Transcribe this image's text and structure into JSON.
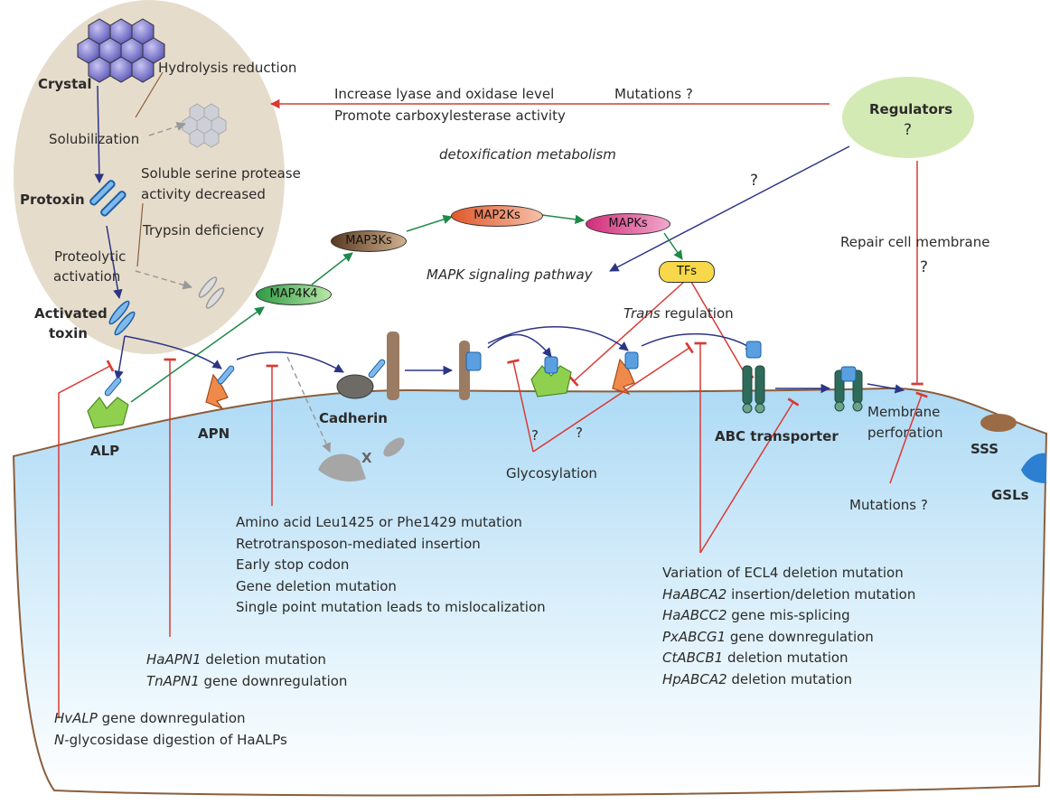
{
  "crystal_panel": {
    "crystal": "Crystal",
    "hydrolysis": "Hydrolysis reduction",
    "solubilization": "Solubilization",
    "protoxin": "Protoxin",
    "soluble_serine": "Soluble serine protease",
    "activity_decreased": "activity decreased",
    "trypsin": "Trypsin deficiency",
    "proteolytic": "Proteolytic",
    "activation": "activation",
    "activated": "Activated",
    "toxin": "toxin"
  },
  "top": {
    "increase_lyase": "Increase lyase and oxidase level",
    "promote_carboxyl": "Promote carboxylesterase activity",
    "mutations_q": "Mutations ?",
    "detox": "detoxification metabolism",
    "regulators": "Regulators",
    "regulators_q": "?",
    "question_mid": "?",
    "repair": "Repair cell membrane",
    "repair_q": "?"
  },
  "mapk": {
    "map4k4": "MAP4K4",
    "map3ks": "MAP3Ks",
    "map2ks": "MAP2Ks",
    "mapks": "MAPKs",
    "tfs": "TFs",
    "pathway": "MAPK signaling pathway",
    "trans_italic": "Trans",
    "regulation": " regulation"
  },
  "receptors": {
    "alp": "ALP",
    "apn": "APN",
    "cadherin": "Cadherin",
    "abc": "ABC transporter",
    "membrane": "Membrane",
    "perforation": "perforation",
    "sss": "SSS",
    "gsls": "GSLs",
    "x_mark": "X",
    "glycosylation": "Glycosylation",
    "q1": "?",
    "q2": "?",
    "mutations_q": "Mutations ?"
  },
  "cadherin_list": [
    "Amino acid Leu1425 or Phe1429 mutation",
    "Retrotransposon-mediated insertion",
    "Early stop codon",
    "Gene deletion mutation",
    "Single point mutation leads to mislocalization"
  ],
  "abc_list": [
    {
      "it": "",
      "rest": "Variation of ECL4 deletion mutation"
    },
    {
      "it": "HaABCA2",
      "rest": " insertion/deletion mutation"
    },
    {
      "it": "HaABCC2",
      "rest": " gene mis-splicing"
    },
    {
      "it": "PxABCG1",
      "rest": " gene downregulation"
    },
    {
      "it": "CtABCB1",
      "rest": " deletion mutation"
    },
    {
      "it": "HpABCA2",
      "rest": " deletion mutation"
    }
  ],
  "apn_list": [
    {
      "it": "HaAPN1",
      "rest": " deletion mutation"
    },
    {
      "it": "TnAPN1",
      "rest": " gene downregulation"
    }
  ],
  "alp_list": [
    {
      "it": "HvALP",
      "rest": " gene downregulation"
    },
    {
      "it": "N",
      "rest": "-glycosidase digestion of HaALPs"
    }
  ],
  "colors": {
    "red": "#d93a35",
    "blue_arrow": "#2c3585",
    "green_arrow": "#1e8a4a",
    "cell_fill": "#d6ecf9",
    "oval_fill": "#e6dccb"
  }
}
